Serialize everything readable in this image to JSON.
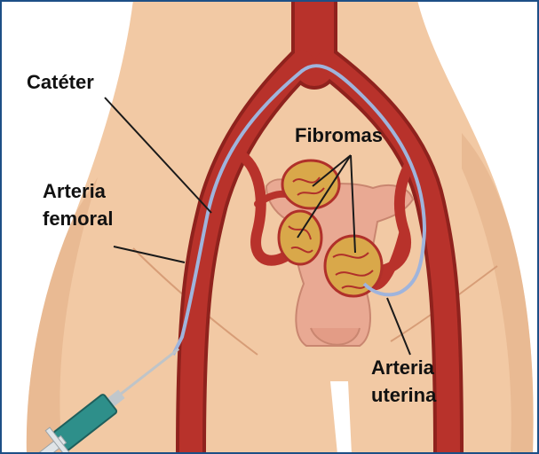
{
  "labels": {
    "cateter": "Catéter",
    "arteria_femoral_line1": "Arteria",
    "arteria_femoral_line2": "femoral",
    "fibromas": "Fibromas",
    "arteria_uterina_line1": "Arteria",
    "arteria_uterina_line2": "uterina"
  },
  "colors": {
    "skin": "#f2c9a4",
    "skin_shadow": "#e3b089",
    "artery": "#b8322b",
    "artery_dark": "#8f221d",
    "catheter": "#9fb4dc",
    "fibroid": "#d9a84a",
    "fibroid_vein": "#b0302a",
    "uterus": "#e9a993",
    "border": "#1d4f86",
    "syringe_body": "#2e8f8a"
  }
}
